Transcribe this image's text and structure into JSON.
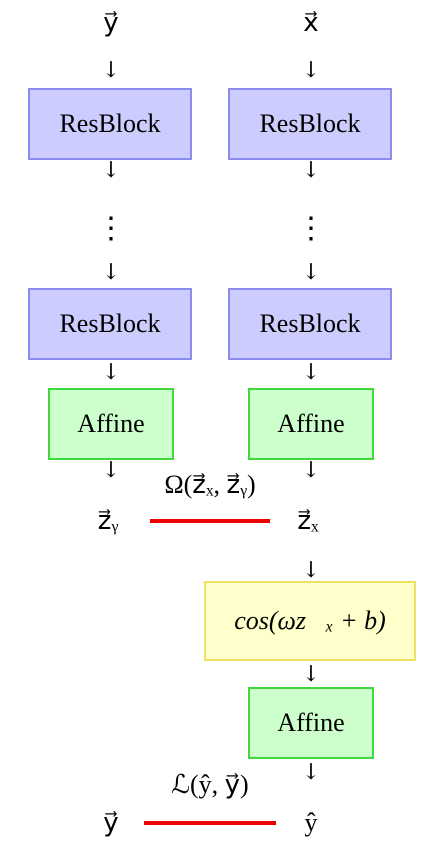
{
  "inputs": {
    "left": "y⃗",
    "right": "x⃗"
  },
  "blocks": {
    "resblock_label": "ResBlock",
    "affine_label": "Affine",
    "cos_label": "cos(ωz⃗ₓ + b)"
  },
  "ellipsis": "⋮",
  "arrow_glyph": "↓",
  "latents": {
    "zy": "z⃗ᵧ",
    "zx": "z⃗ₓ",
    "omega_label": "Ω(z⃗ₓ, z⃗ᵧ)"
  },
  "outputs": {
    "y": "y⃗",
    "yhat": "ŷ",
    "loss_label": "ℒ(ŷ, y⃗)"
  },
  "colors": {
    "resblock_fill": "#ccccff",
    "resblock_border": "#8c8cf0",
    "affine_fill": "#ccffcc",
    "affine_border": "#3fd83f",
    "cos_fill": "#ffffcc",
    "cos_border": "#f0e060",
    "loss_line": "#ee0000"
  }
}
